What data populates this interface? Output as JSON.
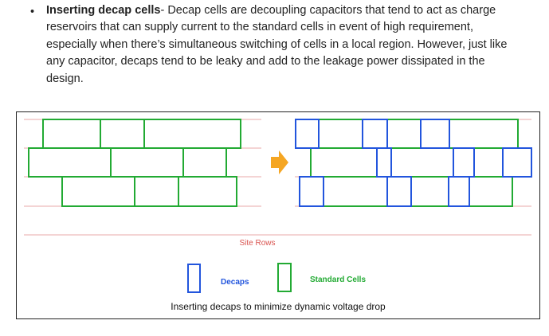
{
  "bullet": {
    "title": "Inserting decap cells",
    "separator": "- ",
    "body": "Decap cells are decoupling capacitors that tend to act as charge reservoirs that can supply current to the standard cells in event of high requirement, especially when there’s simultaneous switching of cells in a local region. However, just like any capacitor, decaps tend to be leaky and add to the leakage power dissipated in the design."
  },
  "figure": {
    "site_rows_label": "Site Rows",
    "legend_decaps": "Decaps",
    "legend_standard": "Standard Cells",
    "caption": "Inserting decaps to minimize dynamic voltage drop",
    "colors": {
      "row_line": "#e8a8a8",
      "standard_cell": "#22aa33",
      "decap": "#2255dd",
      "arrow": "#f5a623",
      "site_rows_text": "#d9534f",
      "legend_decaps_text": "#2255dd",
      "legend_standard_text": "#22aa33"
    }
  }
}
